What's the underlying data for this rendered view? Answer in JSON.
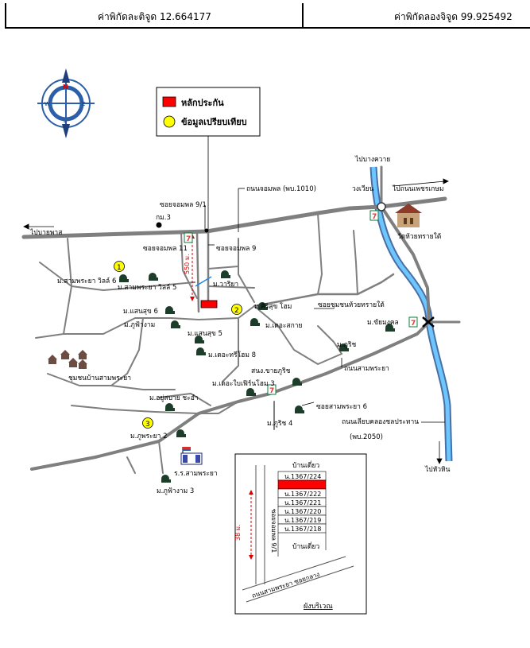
{
  "header": {
    "latitude": "ค่าพิกัดละติจูด 12.664177",
    "longitude": "ค่าพิกัดลองจิจูด 99.925492"
  },
  "compass": {
    "n": "N",
    "s": "S",
    "e": "E",
    "w": "W"
  },
  "legend": {
    "item1": "หลักประกัน",
    "item2": "ข้อมูลเปรียบเทียบ"
  },
  "colors": {
    "road": "#7f7f7f",
    "river": "#4aa3df",
    "collateral": "#ff0000",
    "comparable": "#ffff00"
  },
  "labels": {
    "to_bang_kwai": "ไปบางควาย",
    "to_phetkasem": "ไปถนนเพชรเกษม",
    "jomphon_road": "ถนนจอมพล (พบ.1010)",
    "soi_jomphon_9_1": "ซอยจอมพล 9/1",
    "km3": "กม.3",
    "to_bayaphat": "ไปบายพาส",
    "roundabout": "วงเวียน",
    "wat_huai_sai_tai": "วัดห้วยทรายใต้",
    "soi_jomphon_11": "ซอยจอมพล 11",
    "soi_jomphon_9": "ซอยจอมพล 9",
    "distance_550": "550 ม.",
    "sampraya_villa6": "ม.สามพระยา วิลล์ 6",
    "sampraya_villa5": "ม.สามพระยา วิลล์ 5",
    "warisa": "ม.วาริยา",
    "sansuk6": "ม.แสนสุข 6",
    "sirisuk_home": "ม.ศิริสุข โฮม",
    "soi_chumchon": "ซอยชุมชนห้วยทรายใต้",
    "phufagam": "ม.ภูฟ้างาม",
    "khaemongkhon": "ม.ขัยมงคล",
    "sansuk5": "ม.แสนสุข 5",
    "the_sakon": "ม.เดอะสกาย",
    "phurich": "ม.ภูริช",
    "treehome8": "ม.เดอะทรีโฮม 8",
    "sampraya_community": "ชุมชนบ้านสามพระยา",
    "sampraya_road": "ถนนสามพระยา",
    "baifern_home3": "ม.เดอะใบเฟิร์นโฮม 3",
    "sapha_phurich": "สนง.ขายภูริช",
    "soi_sampraya6": "ซอยสามพระยา 6",
    "phurich4": "ม.ภูริช 4",
    "canal_road": "ถนนเลียบคลองชลประทาน",
    "canal_road_code": "(พบ.2050)",
    "yusabai": "ม.อยู่สบาย ชะอำ",
    "phuphraya2": "ม.ภูพระยา 2",
    "to_hua_hin": "ไปหัวหิน",
    "school": "ร.ร.สามพระยา",
    "phufagam3": "ม.ภูฟ้างาม 3",
    "num1": "1",
    "num2": "2",
    "num3": "3"
  },
  "inset": {
    "top_house": "บ้านเดี่ยว",
    "bottom_house": "บ้านเดี่ยว",
    "lots": [
      "น.1367/224",
      "น.1367/222",
      "น.1367/221",
      "น.1367/220",
      "น.1367/219",
      "น.1367/218"
    ],
    "soi_label": "ซอยจอมพล 9/1",
    "distance": "38 ม.",
    "road_label": "ถนนสามพระยา ซอยกลาง",
    "title": "ผังบริเวณ"
  }
}
